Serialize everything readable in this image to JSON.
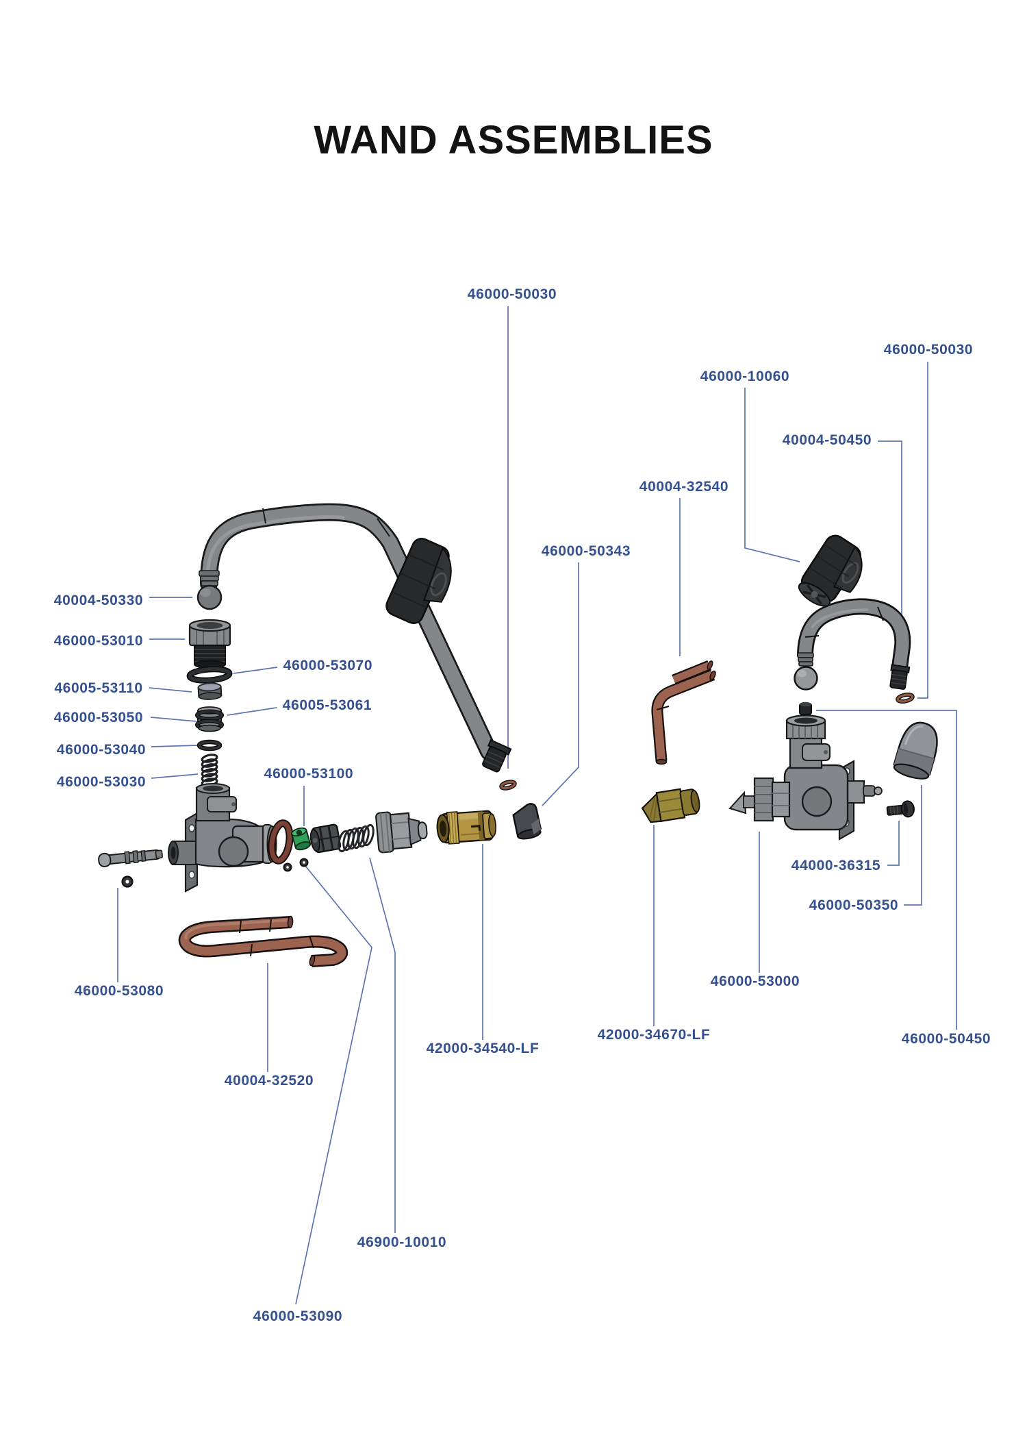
{
  "page": {
    "title": "WAND ASSEMBLIES"
  },
  "colors": {
    "page-bg": "#ffffff",
    "title-ink": "#131313",
    "label-blue": "#34508f",
    "leader-blue": "#5d74b0",
    "ink-outline": "#1a1a1c",
    "steel": "#84878a",
    "steel-dark": "#6e7174",
    "steel-light": "#9a9da0",
    "black-part": "#232528",
    "copper": "#9c6450",
    "copper-dark": "#6f4237",
    "brass": "#b29441",
    "olive-brass": "#9b8a3a",
    "green-seal": "#2fa259",
    "maroon-oring": "#7c4136",
    "brown-oring": "#8a5a46"
  },
  "diagram": {
    "labels": [
      {
        "part_number": "46000-50030",
        "target": "wand-tip-o-ring-left"
      },
      {
        "part_number": "46000-50030",
        "target": "wand-tip-o-ring-right"
      },
      {
        "part_number": "46000-10060",
        "target": "grip-handle"
      },
      {
        "part_number": "40004-50450",
        "target": "threaded-tip-right"
      },
      {
        "part_number": "40004-32540",
        "target": "copper-elbow-tube"
      },
      {
        "part_number": "46000-50343",
        "target": "spray-nozzle"
      },
      {
        "part_number": "40004-50330",
        "target": "ball-end"
      },
      {
        "part_number": "46000-53010",
        "target": "bonnet-cap"
      },
      {
        "part_number": "46000-53070",
        "target": "o-ring-large"
      },
      {
        "part_number": "46005-53110",
        "target": "washer"
      },
      {
        "part_number": "46005-53061",
        "target": "seal-stack-upper"
      },
      {
        "part_number": "46000-53050",
        "target": "seal-cartridge"
      },
      {
        "part_number": "46000-53040",
        "target": "o-ring-small"
      },
      {
        "part_number": "46000-53030",
        "target": "spring"
      },
      {
        "part_number": "46000-53100",
        "target": "seat-seal"
      },
      {
        "part_number": "44000-36315",
        "target": "screw"
      },
      {
        "part_number": "46000-50350",
        "target": "dome-cap"
      },
      {
        "part_number": "46000-53080",
        "target": "stem-o-ring"
      },
      {
        "part_number": "46000-53000",
        "target": "valve-body-right"
      },
      {
        "part_number": "42000-34670-LF",
        "target": "hose-adapter"
      },
      {
        "part_number": "46000-50450",
        "target": "plug"
      },
      {
        "part_number": "42000-34540-LF",
        "target": "coupler"
      },
      {
        "part_number": "40004-32520",
        "target": "copper-s-tube"
      },
      {
        "part_number": "46900-10010",
        "target": "retainer-internals"
      },
      {
        "part_number": "46000-53090",
        "target": "stem-seal"
      }
    ]
  }
}
